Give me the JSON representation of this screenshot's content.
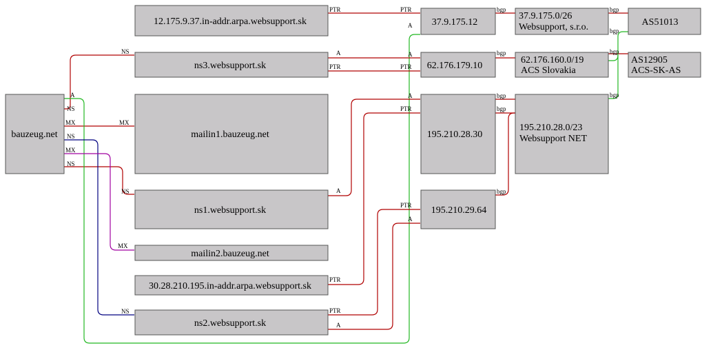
{
  "nodes": {
    "bauzeug": "bauzeug.net",
    "ptr_12": "12.175.9.37.in-addr.arpa.websupport.sk",
    "ns3": "ns3.websupport.sk",
    "mailin1": "mailin1.bauzeug.net",
    "ns1": "ns1.websupport.sk",
    "mailin2": "mailin2.bauzeug.net",
    "ptr_30": "30.28.210.195.in-addr.arpa.websupport.sk",
    "ns2": "ns2.websupport.sk",
    "ip_37": "37.9.175.12",
    "ip_62": "62.176.179.10",
    "ip_195_30": "195.210.28.30",
    "ip_195_64": "195.210.29.64",
    "net_37": [
      "37.9.175.0/26",
      "Websupport, s.r.o."
    ],
    "net_62": [
      "62.176.160.0/19",
      "ACS Slovakia"
    ],
    "net_195": [
      "195.210.28.0/23",
      "Websupport NET"
    ],
    "as_51013": "AS51013",
    "as_12905": [
      "AS12905",
      "ACS-SK-AS"
    ]
  },
  "edge_labels": {
    "a": "A",
    "ns": "NS",
    "mx": "MX",
    "ptr": "PTR",
    "bgp": "bgp"
  },
  "colors": {
    "red": "#b00000",
    "green": "#22b822",
    "navy": "#000080",
    "purple": "#a000a0",
    "node_fill": "#c8c6c8",
    "node_stroke": "#555555"
  }
}
